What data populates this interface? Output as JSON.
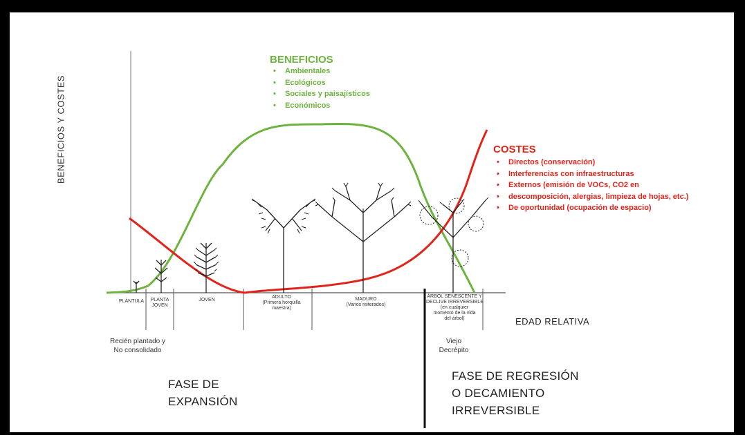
{
  "y_axis_label": "BENEFICIOS Y COSTES",
  "x_axis_label": "EDAD RELATIVA",
  "benefits": {
    "title": "BENEFICIOS",
    "color": "#6db33f",
    "items": [
      "Ambientales",
      "Ecológicos",
      "Sociales y paisajísticos",
      "Económicos"
    ]
  },
  "costs": {
    "title": "COSTES",
    "color": "#e2231a",
    "items": [
      "Directos (conservación)",
      "Interferencias con infraestructuras",
      "Externos (emisión de VOCs, CO2 en",
      "descomposición, alergias, limpieza de hojas, etc.)",
      "De oportunidad (ocupación de espacio)"
    ]
  },
  "stages": {
    "plantula": "PLÁNTULA",
    "planta_joven_1": "PLANTA",
    "planta_joven_2": "JOVEN",
    "joven": "JOVEN",
    "adulto_1": "ADULTO",
    "adulto_2": "(Primera horquilla",
    "adulto_3": "maestra)",
    "maduro_1": "MADURO",
    "maduro_2": "(Varios reiterados)",
    "senescente_1": "ÁRBOL SENESCENTE Y",
    "senescente_2": "DECLIVE IRREVERSIBLE",
    "senescente_3": "(en cualquier",
    "senescente_4": "momento de la vida",
    "senescente_5": "del árbol)"
  },
  "notes": {
    "recien_1": "Recién plantado y",
    "recien_2": "No consolidado",
    "viejo_1": "Viejo",
    "viejo_2": "Decrépito"
  },
  "phases": {
    "expansion_1": "FASE DE",
    "expansion_2": "EXPANSIÓN",
    "regresion_1": "FASE DE REGRESIÓN",
    "regresion_2": "O DECAMIENTO",
    "regresion_3": "IRREVERSIBLE"
  }
}
